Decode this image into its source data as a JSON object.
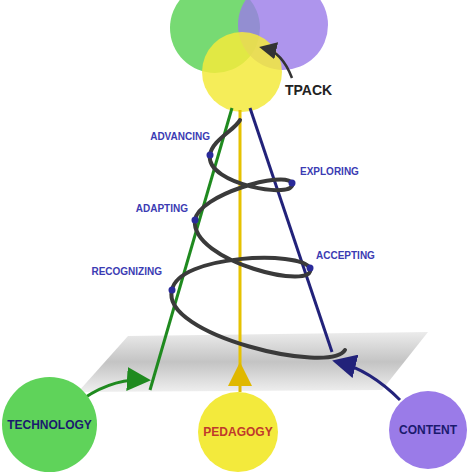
{
  "diagram": {
    "nodes": [
      {
        "text": [
          "TECHNOLOGY"
        ]
      },
      {
        "text": [
          "PEDAGOGY"
        ]
      },
      {
        "text": [
          "CONTENT"
        ]
      }
    ],
    "labels": [
      "TPACK",
      "ADVANCING",
      "EXPLORING",
      "ADAPTING",
      "ACCEPTING",
      "RECOGNIZING"
    ]
  }
}
